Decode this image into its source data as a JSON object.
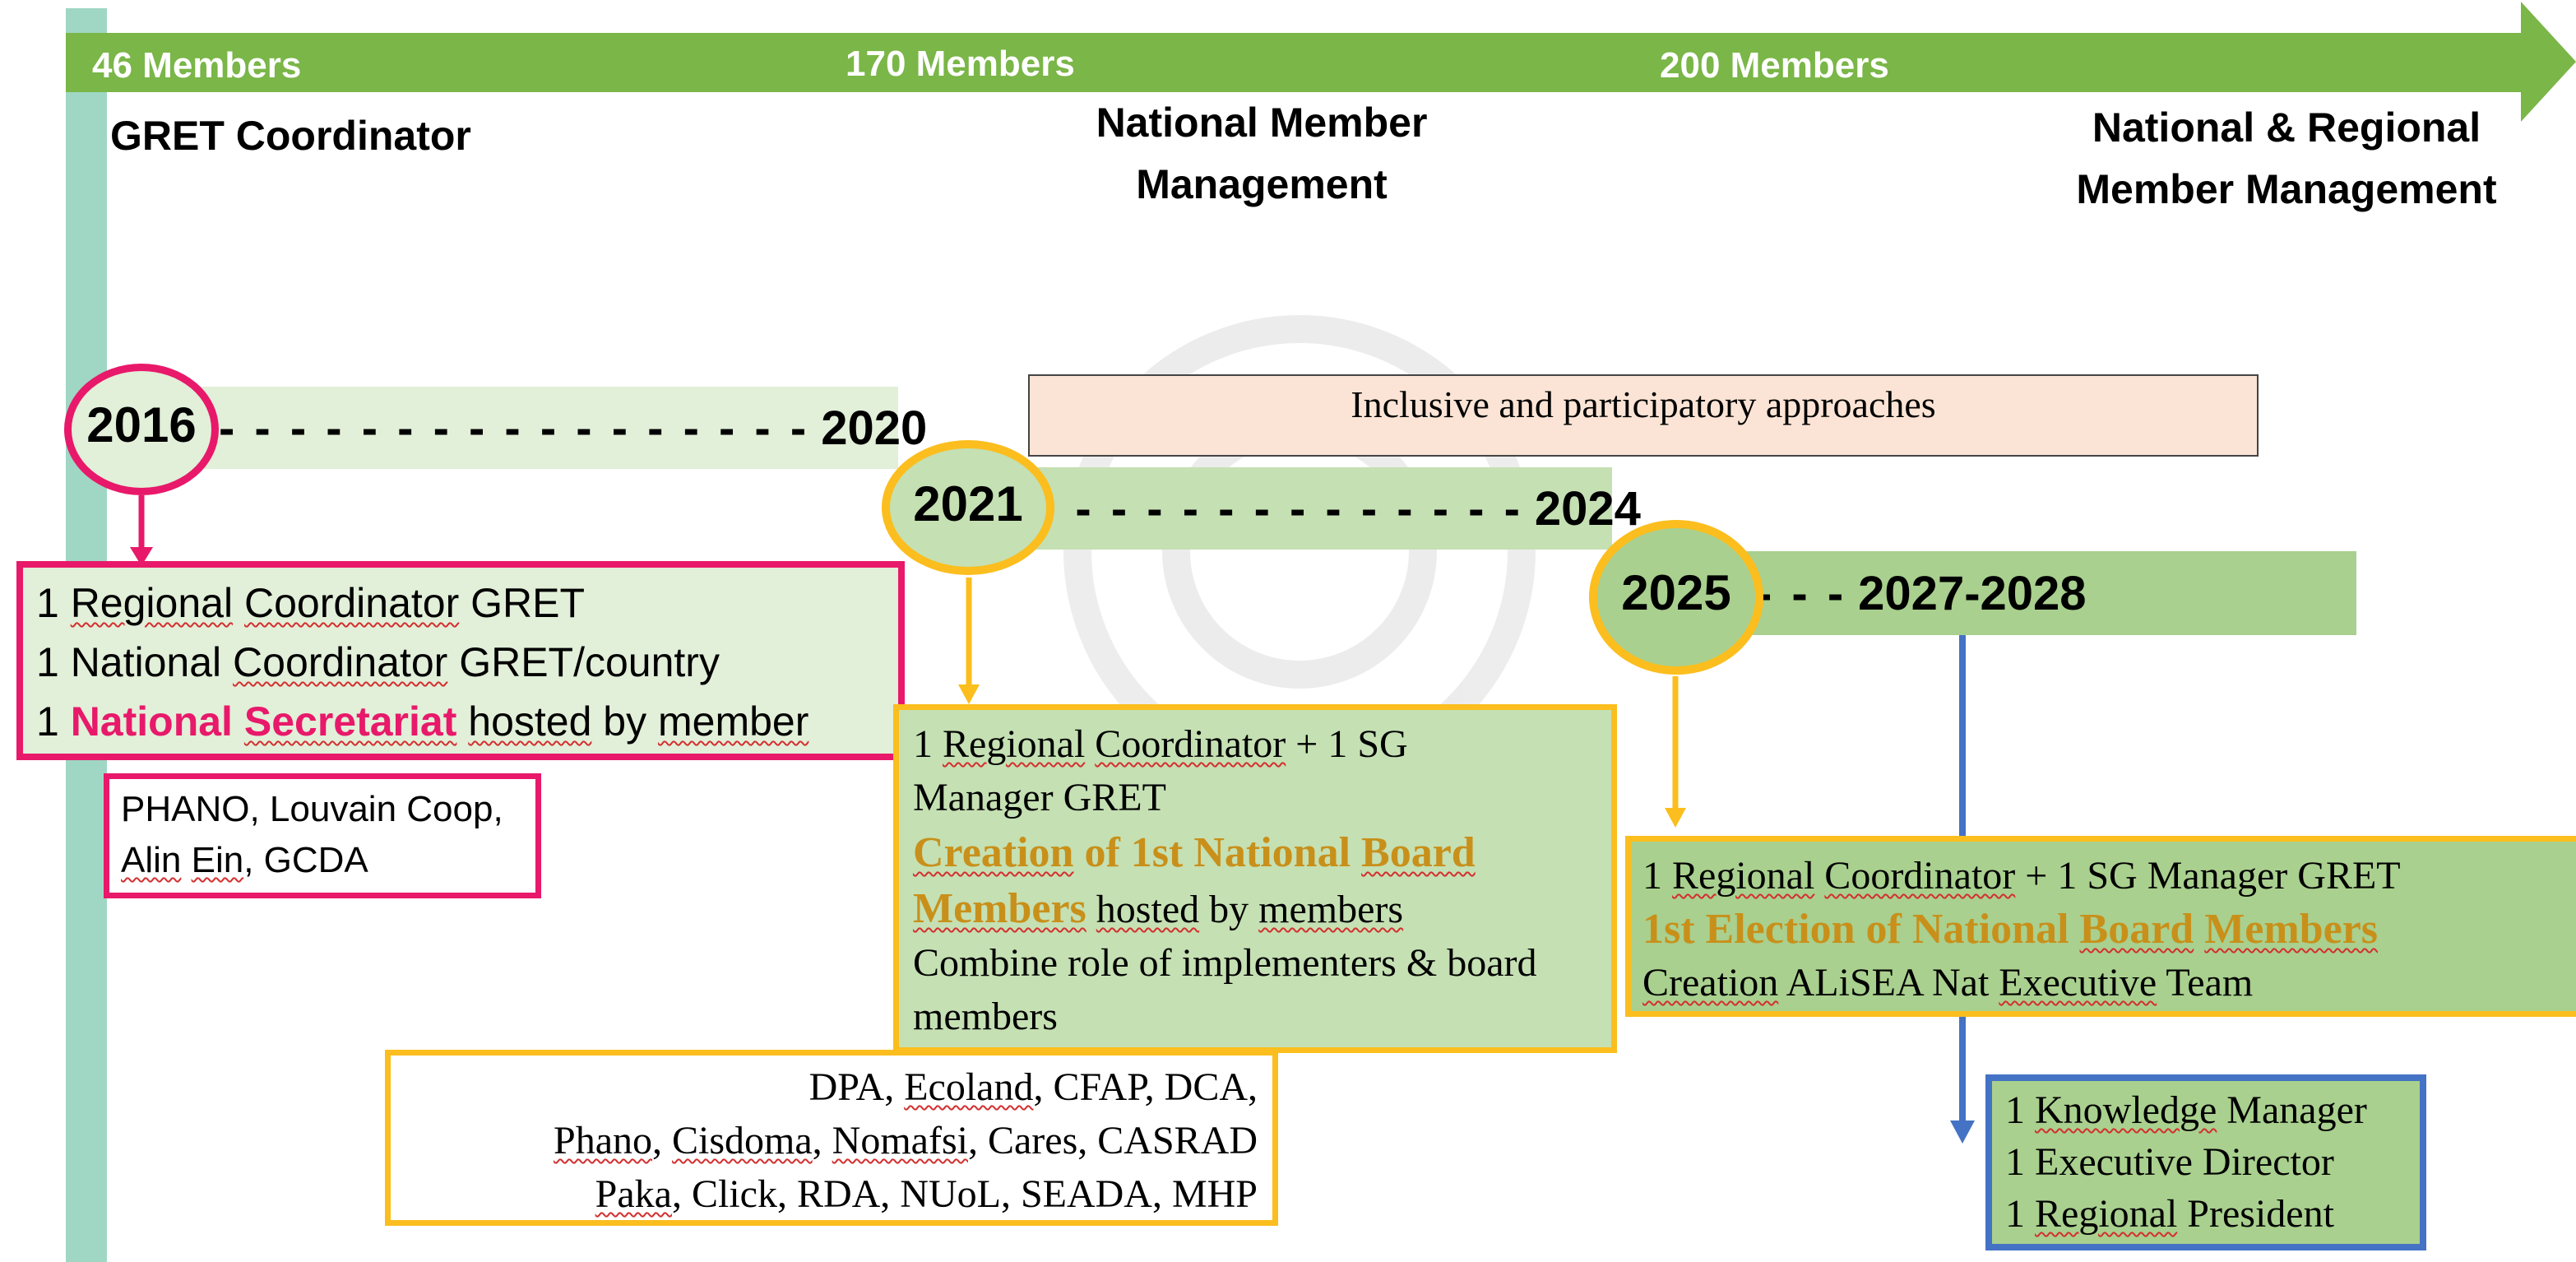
{
  "colors": {
    "timeline_arrow": "#7ab648",
    "left_rail": "#9fd7c4",
    "pink": "#e8196a",
    "yellow": "#fbbe1e",
    "blue": "#4472c4",
    "band_light": "#e2efd9",
    "box_green": "#c5e0b3",
    "band_medium": "#a9d08e",
    "peach": "#fbe4d5",
    "orange_text": "#c8901a"
  },
  "timeline": {
    "members": [
      "46 Members",
      "170 Members",
      "200 Members"
    ],
    "phases": {
      "gret_coordinator": "GRET Coordinator",
      "national_line1": "National Member",
      "national_line2": "Management",
      "regional_line1": "National & Regional",
      "regional_line2": "Member Management"
    }
  },
  "period1": {
    "start": "2016",
    "dashes": "- - - - - - - - - - - - - - - - -",
    "end": "2020",
    "line1_prefix": "1 ",
    "line1_word1": "Regional",
    "line1_word2": "Coordinator",
    "line1_suffix": " GRET",
    "line2_prefix": "1 National ",
    "line2_word": "Coordinator",
    "line2_suffix": " GRET/country",
    "line3_prefix": "1 ",
    "line3_highlight_word1": "National",
    "line3_highlight_word2": "Secretariat",
    "line3_word1": "hosted",
    "line3_mid": " by ",
    "line3_word2": "member",
    "members_line1": "PHANO, Louvain Coop,",
    "members_line2_word1": "Alin",
    "members_line2_word2": "Ein",
    "members_line2_suffix": ", GCDA"
  },
  "approach": {
    "label": "Inclusive and participatory approaches"
  },
  "period2": {
    "start": "2021",
    "dashes": "- - - - - - - - - - - - - -",
    "end": "2024",
    "line1_prefix": "1 ",
    "line1_word1": "Regional",
    "line1_word2": "Coordinator",
    "line1_suffix": " + 1 SG",
    "line2": "Manager GRET",
    "creation_word": "Creation",
    "creation_mid": " of 1st National ",
    "board_word": "Board",
    "members_word": "Members",
    "hosted_word": "hosted",
    "hosted_mid": " by ",
    "hosted_members": "members",
    "combine_line1": "Combine role of implementers & board",
    "combine_line2": "members",
    "partners_line1_prefix": "DPA, ",
    "partners_line1_word": "Ecoland",
    "partners_line1_suffix": ", CFAP, DCA,",
    "partners_line2_w1": "Phano",
    "partners_line2_w2": "Cisdoma",
    "partners_line2_w3": "Nomafsi",
    "partners_line2_suffix": ", Cares, CASRAD",
    "partners_line3_w1": "Paka",
    "partners_line3_suffix": ", Click, RDA, NUoL, SEADA, MHP"
  },
  "period3": {
    "start": "2025",
    "dashes": "- - -",
    "end": "2027-2028",
    "line1_prefix": "1 ",
    "line1_word1": "Regional",
    "line1_word2": "Coordinator",
    "line1_suffix": " + 1 SG Manager GRET",
    "election_prefix": "1st Election of National ",
    "election_board": "Board",
    "election_members": "Members",
    "exec_word1": "Creation",
    "exec_mid": " ALiSEA Nat ",
    "exec_word2": "Executive",
    "exec_suffix": " Team",
    "roles_l1_prefix": "1 ",
    "roles_l1_word": "Knowledge",
    "roles_l1_suffix": " Manager",
    "roles_l2": "1 Executive Director",
    "roles_l3_prefix": "1 ",
    "roles_l3_word": "Regional",
    "roles_l3_suffix": " President"
  }
}
